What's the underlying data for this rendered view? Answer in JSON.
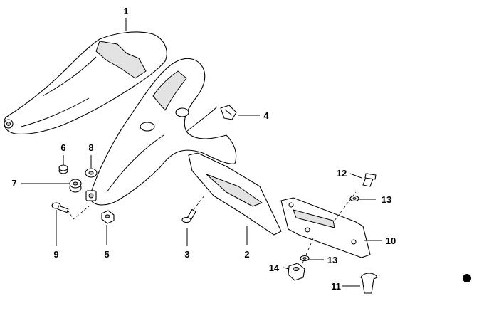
{
  "diagram": {
    "callouts": [
      {
        "id": "p1",
        "label": "1"
      },
      {
        "id": "p2",
        "label": "2"
      },
      {
        "id": "p3",
        "label": "3"
      },
      {
        "id": "p4",
        "label": "4"
      },
      {
        "id": "p5",
        "label": "5"
      },
      {
        "id": "p6",
        "label": "6"
      },
      {
        "id": "p7",
        "label": "7"
      },
      {
        "id": "p8",
        "label": "8"
      },
      {
        "id": "p9",
        "label": "9"
      },
      {
        "id": "p10",
        "label": "10"
      },
      {
        "id": "p11",
        "label": "11"
      },
      {
        "id": "p12",
        "label": "12"
      },
      {
        "id": "p13a",
        "label": "13"
      },
      {
        "id": "p13b",
        "label": "13"
      },
      {
        "id": "p14",
        "label": "14"
      }
    ]
  }
}
